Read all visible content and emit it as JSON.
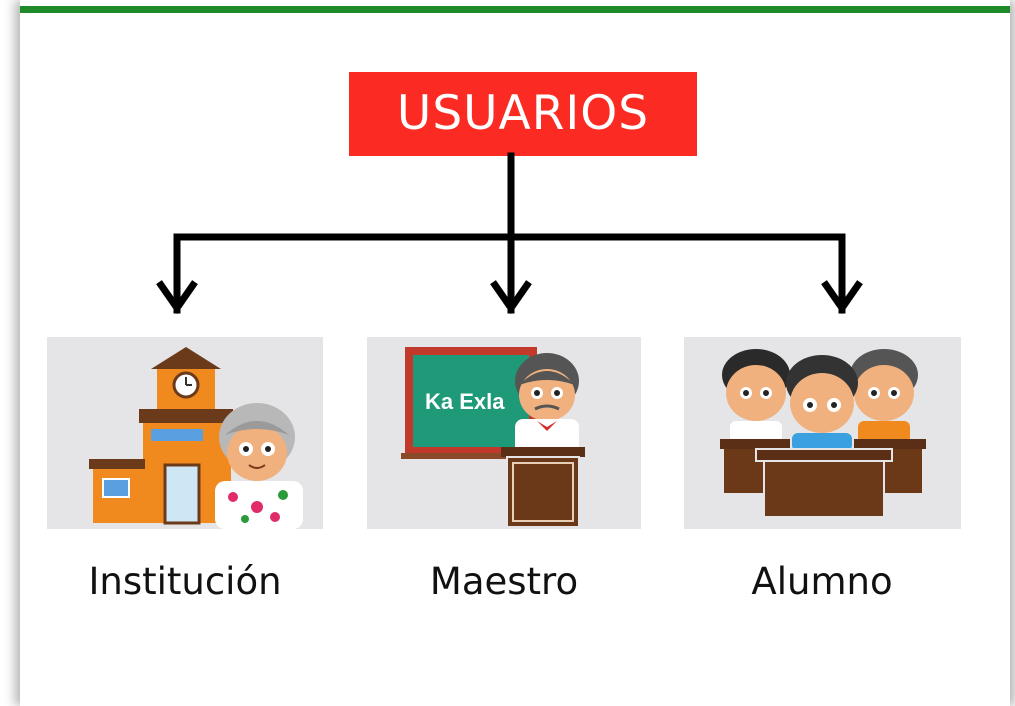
{
  "diagram": {
    "title": "USUARIOS",
    "children": [
      {
        "label": "Institución",
        "image": "school-building-with-grandmother"
      },
      {
        "label": "Maestro",
        "image": "teacher-at-chalkboard"
      },
      {
        "label": "Alumno",
        "image": "students-at-desks"
      }
    ],
    "chalkboard_text": "Ka Exla"
  },
  "colors": {
    "accent_bar": "#1f8a2a",
    "title_bg": "#fb2a22",
    "title_text": "#ffffff",
    "arrow": "#000000",
    "panel_bg": "#e5e5e7"
  }
}
